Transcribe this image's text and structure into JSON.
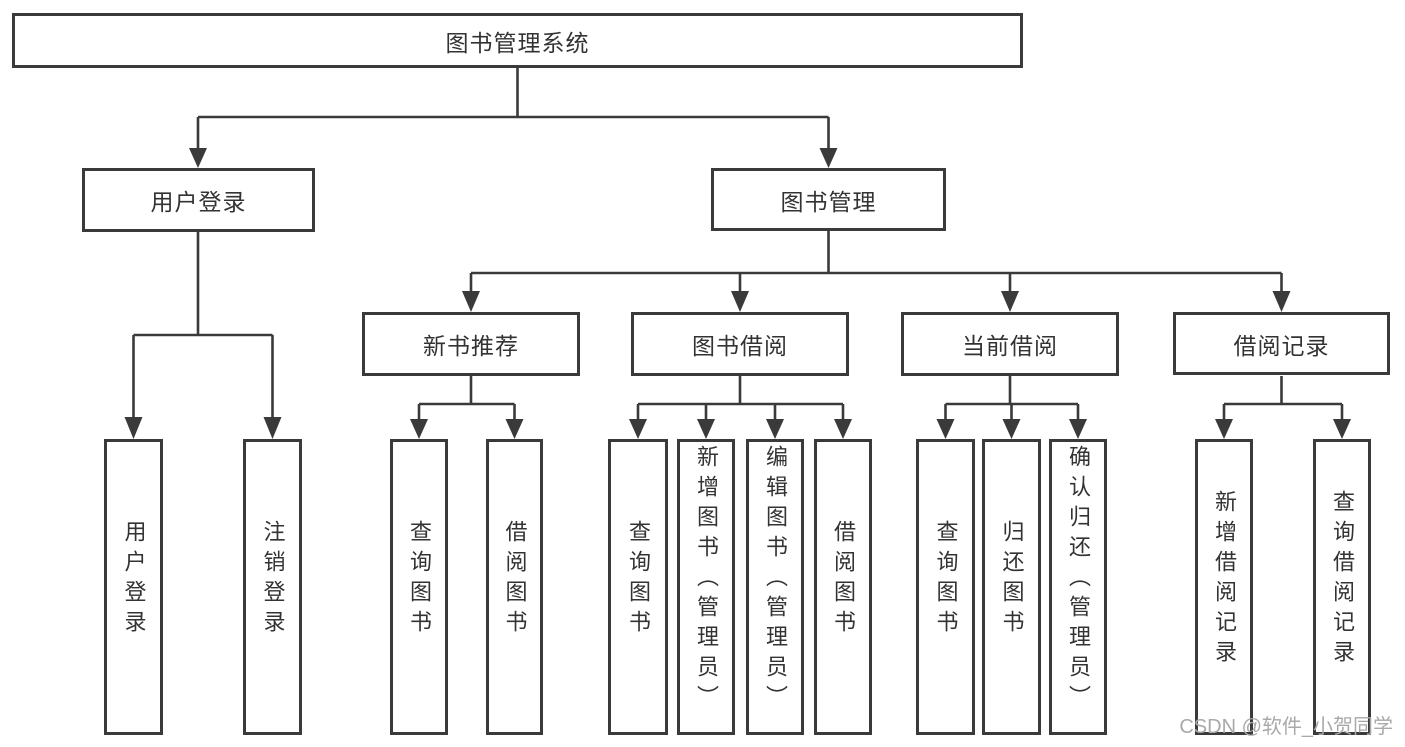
{
  "diagram": {
    "root": {
      "label": "图书管理系统"
    },
    "branches": [
      {
        "label": "用户登录",
        "children": [
          {
            "label": "用户登录"
          },
          {
            "label": "注销登录"
          }
        ]
      },
      {
        "label": "图书管理",
        "children": [
          {
            "label": "新书推荐",
            "children": [
              {
                "label": "查询图书"
              },
              {
                "label": "借阅图书"
              }
            ]
          },
          {
            "label": "图书借阅",
            "children": [
              {
                "label": "查询图书"
              },
              {
                "label": "新增图书（管理员）"
              },
              {
                "label": "编辑图书（管理员）"
              },
              {
                "label": "借阅图书"
              }
            ]
          },
          {
            "label": "当前借阅",
            "children": [
              {
                "label": "查询图书"
              },
              {
                "label": "归还图书"
              },
              {
                "label": "确认归还（管理员）"
              }
            ]
          },
          {
            "label": "借阅记录",
            "children": [
              {
                "label": "新增借阅记录"
              },
              {
                "label": "查询借阅记录"
              }
            ]
          }
        ]
      }
    ]
  },
  "watermark": {
    "text": "CSDN @软件_小贺同学"
  },
  "colors": {
    "line": "#3a3a3a",
    "text": "#333333",
    "watermark_gray": "#a9a9a9",
    "background": "#ffffff"
  }
}
